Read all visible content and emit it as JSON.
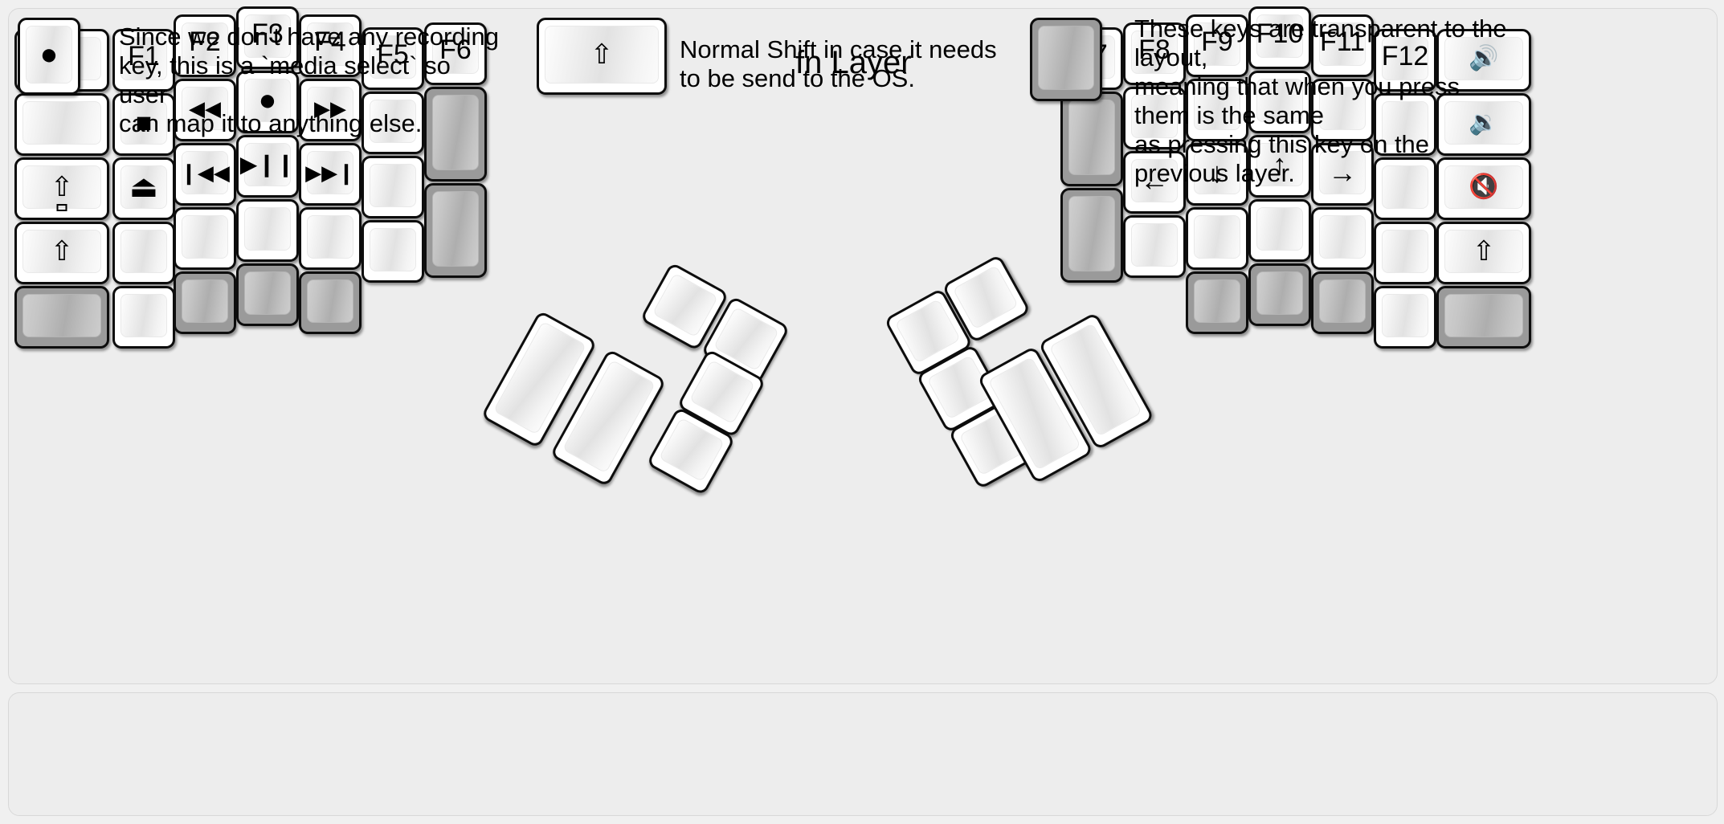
{
  "title": "fn Layer",
  "colors": {
    "background": "#f0f0f0",
    "panel": "#ededed",
    "key_border": "#0d0d0d",
    "key_face": "#ffffff",
    "transparent_key": "#9a9a9a",
    "text": "#000000"
  },
  "glyphs": {
    "record": "●",
    "stop": "■",
    "eject": "⏏",
    "rewind": "◀◀",
    "fast_forward": "▶▶",
    "prev_track": "❙◀◀",
    "play_pause": "▶❙❙",
    "next_track": "▶▶❙",
    "shift_lock": "⇧",
    "shift": "⇧",
    "arrow_left": "←",
    "arrow_down": "↓",
    "arrow_up": "↑",
    "arrow_right": "→",
    "volume_up": "🔊",
    "volume_down": "🔉",
    "mute": "🔇"
  },
  "left_half": {
    "name": "left-keyboard-half",
    "columns": [
      {
        "id": "col-outer-left",
        "keys": [
          {
            "name": "key-left-c0-r0",
            "label": "",
            "icon": "",
            "transparent": false
          },
          {
            "name": "key-left-c0-r1",
            "label": "",
            "icon": "",
            "transparent": false
          },
          {
            "name": "key-left-c0-r2",
            "label": "",
            "icon": "shift-lock-icon",
            "transparent": false
          },
          {
            "name": "key-left-c0-r3",
            "label": "",
            "icon": "shift-icon",
            "transparent": false
          },
          {
            "name": "key-left-c0-r4",
            "label": "",
            "icon": "",
            "transparent": true
          }
        ]
      },
      {
        "id": "col-f1",
        "keys": [
          {
            "name": "key-left-f1",
            "label": "F1",
            "icon": "",
            "transparent": false
          },
          {
            "name": "key-left-stop",
            "label": "",
            "icon": "stop-icon",
            "transparent": false
          },
          {
            "name": "key-left-eject",
            "label": "",
            "icon": "eject-icon",
            "transparent": false
          },
          {
            "name": "key-left-c1-r3",
            "label": "",
            "icon": "",
            "transparent": false
          },
          {
            "name": "key-left-c1-r4",
            "label": "",
            "icon": "",
            "transparent": false
          }
        ]
      },
      {
        "id": "col-f2",
        "keys": [
          {
            "name": "key-left-f2",
            "label": "F2",
            "icon": "",
            "transparent": false
          },
          {
            "name": "key-left-rewind",
            "label": "",
            "icon": "rewind-icon",
            "transparent": false
          },
          {
            "name": "key-left-prev-track",
            "label": "",
            "icon": "prev-track-icon",
            "transparent": false
          },
          {
            "name": "key-left-c2-r3",
            "label": "",
            "icon": "",
            "transparent": false
          },
          {
            "name": "key-left-c2-r4",
            "label": "",
            "icon": "",
            "transparent": true
          }
        ]
      },
      {
        "id": "col-f3",
        "keys": [
          {
            "name": "key-left-f3",
            "label": "F3",
            "icon": "",
            "transparent": false
          },
          {
            "name": "key-left-record",
            "label": "",
            "icon": "record-icon",
            "transparent": false
          },
          {
            "name": "key-left-play-pause",
            "label": "",
            "icon": "play-pause-icon",
            "transparent": false
          },
          {
            "name": "key-left-c3-r3",
            "label": "",
            "icon": "",
            "transparent": false
          },
          {
            "name": "key-left-c3-r4",
            "label": "",
            "icon": "",
            "transparent": true
          }
        ]
      },
      {
        "id": "col-f4",
        "keys": [
          {
            "name": "key-left-f4",
            "label": "F4",
            "icon": "",
            "transparent": false
          },
          {
            "name": "key-left-fast-forward",
            "label": "",
            "icon": "fast-forward-icon",
            "transparent": false
          },
          {
            "name": "key-left-next-track",
            "label": "",
            "icon": "next-track-icon",
            "transparent": false
          },
          {
            "name": "key-left-c4-r3",
            "label": "",
            "icon": "",
            "transparent": false
          },
          {
            "name": "key-left-c4-r4",
            "label": "",
            "icon": "",
            "transparent": true
          }
        ]
      },
      {
        "id": "col-f5",
        "keys": [
          {
            "name": "key-left-f5",
            "label": "F5",
            "icon": "",
            "transparent": false
          },
          {
            "name": "key-left-c5-r1",
            "label": "",
            "icon": "",
            "transparent": false
          },
          {
            "name": "key-left-c5-r2",
            "label": "",
            "icon": "",
            "transparent": false
          },
          {
            "name": "key-left-c5-r3",
            "label": "",
            "icon": "",
            "transparent": false
          }
        ]
      },
      {
        "id": "col-f6",
        "keys": [
          {
            "name": "key-left-f6",
            "label": "F6",
            "icon": "",
            "transparent": false
          },
          {
            "name": "key-left-c6-tall1",
            "label": "",
            "icon": "",
            "transparent": true
          },
          {
            "name": "key-left-c6-tall2",
            "label": "",
            "icon": "",
            "transparent": true
          }
        ]
      }
    ],
    "thumb_cluster": [
      {
        "name": "thumb-left-big-1",
        "label": "",
        "icon": "",
        "transparent": false
      },
      {
        "name": "thumb-left-big-2",
        "label": "",
        "icon": "",
        "transparent": false
      },
      {
        "name": "thumb-left-small-top",
        "label": "",
        "icon": "",
        "transparent": false
      },
      {
        "name": "thumb-left-small-top-right",
        "label": "",
        "icon": "",
        "transparent": false
      },
      {
        "name": "thumb-left-small-mid",
        "label": "",
        "icon": "",
        "transparent": false
      },
      {
        "name": "thumb-left-small-bottom",
        "label": "",
        "icon": "",
        "transparent": false
      }
    ]
  },
  "right_half": {
    "name": "right-keyboard-half",
    "columns": [
      {
        "id": "col-f7",
        "keys": [
          {
            "name": "key-right-f7",
            "label": "F7",
            "icon": "",
            "transparent": false
          },
          {
            "name": "key-right-c0-tall1",
            "label": "",
            "icon": "",
            "transparent": true
          },
          {
            "name": "key-right-c0-tall2",
            "label": "",
            "icon": "",
            "transparent": true
          }
        ]
      },
      {
        "id": "col-f8",
        "keys": [
          {
            "name": "key-right-f8",
            "label": "F8",
            "icon": "",
            "transparent": false
          },
          {
            "name": "key-right-c1-r1",
            "label": "",
            "icon": "",
            "transparent": false
          },
          {
            "name": "key-right-arrow-left",
            "label": "",
            "icon": "arrow-left-icon",
            "transparent": false
          },
          {
            "name": "key-right-c1-r3",
            "label": "",
            "icon": "",
            "transparent": false
          }
        ]
      },
      {
        "id": "col-f9",
        "keys": [
          {
            "name": "key-right-f9",
            "label": "F9",
            "icon": "",
            "transparent": false
          },
          {
            "name": "key-right-c2-r1",
            "label": "",
            "icon": "",
            "transparent": false
          },
          {
            "name": "key-right-arrow-down",
            "label": "",
            "icon": "arrow-down-icon",
            "transparent": false
          },
          {
            "name": "key-right-c2-r3",
            "label": "",
            "icon": "",
            "transparent": false
          },
          {
            "name": "key-right-c2-r4",
            "label": "",
            "icon": "",
            "transparent": true
          }
        ]
      },
      {
        "id": "col-f10",
        "keys": [
          {
            "name": "key-right-f10",
            "label": "F10",
            "icon": "",
            "transparent": false
          },
          {
            "name": "key-right-c3-r1",
            "label": "",
            "icon": "",
            "transparent": false
          },
          {
            "name": "key-right-arrow-up",
            "label": "",
            "icon": "arrow-up-icon",
            "transparent": false
          },
          {
            "name": "key-right-c3-r3",
            "label": "",
            "icon": "",
            "transparent": false
          },
          {
            "name": "key-right-c3-r4",
            "label": "",
            "icon": "",
            "transparent": true
          }
        ]
      },
      {
        "id": "col-f11",
        "keys": [
          {
            "name": "key-right-f11",
            "label": "F11",
            "icon": "",
            "transparent": false
          },
          {
            "name": "key-right-c4-r1",
            "label": "",
            "icon": "",
            "transparent": false
          },
          {
            "name": "key-right-arrow-right",
            "label": "",
            "icon": "arrow-right-icon",
            "transparent": false
          },
          {
            "name": "key-right-c4-r3",
            "label": "",
            "icon": "",
            "transparent": false
          },
          {
            "name": "key-right-c4-r4",
            "label": "",
            "icon": "",
            "transparent": true
          }
        ]
      },
      {
        "id": "col-f12",
        "keys": [
          {
            "name": "key-right-f12",
            "label": "F12",
            "icon": "",
            "transparent": false
          },
          {
            "name": "key-right-c5-r1",
            "label": "",
            "icon": "",
            "transparent": false
          },
          {
            "name": "key-right-c5-r2",
            "label": "",
            "icon": "",
            "transparent": false
          },
          {
            "name": "key-right-c5-r3",
            "label": "",
            "icon": "",
            "transparent": false
          },
          {
            "name": "key-right-c5-r4",
            "label": "",
            "icon": "",
            "transparent": false
          }
        ]
      },
      {
        "id": "col-outer-right",
        "keys": [
          {
            "name": "key-right-volume-up",
            "label": "",
            "icon": "volume-up-icon",
            "transparent": false
          },
          {
            "name": "key-right-volume-down",
            "label": "",
            "icon": "volume-down-icon",
            "transparent": false
          },
          {
            "name": "key-right-mute",
            "label": "",
            "icon": "mute-icon",
            "transparent": false
          },
          {
            "name": "key-right-shift",
            "label": "",
            "icon": "shift-icon",
            "transparent": false
          },
          {
            "name": "key-right-c6-r4",
            "label": "",
            "icon": "",
            "transparent": true
          }
        ]
      }
    ],
    "thumb_cluster": [
      {
        "name": "thumb-right-small-top-left",
        "label": "",
        "icon": "",
        "transparent": false
      },
      {
        "name": "thumb-right-small-top",
        "label": "",
        "icon": "",
        "transparent": false
      },
      {
        "name": "thumb-right-small-mid",
        "label": "",
        "icon": "",
        "transparent": false
      },
      {
        "name": "thumb-right-small-bottom",
        "label": "",
        "icon": "",
        "transparent": false
      },
      {
        "name": "thumb-right-big-1",
        "label": "",
        "icon": "",
        "transparent": false
      },
      {
        "name": "thumb-right-big-2",
        "label": "",
        "icon": "",
        "transparent": false
      }
    ]
  },
  "legend": [
    {
      "name": "legend-record-key",
      "icon": "record-icon",
      "transparent": false,
      "text": "Since we don't have any recording\nkey, this is a `media select` so user\ncan map it to anything else."
    },
    {
      "name": "legend-shift-key",
      "icon": "shift-icon",
      "transparent": false,
      "text": "Normal Shift in case it needs\nto be send to the OS."
    },
    {
      "name": "legend-transparent-key",
      "icon": "",
      "transparent": true,
      "text": "These keys are transparent to the layout,\nmeaning that when you press them is the same\nas pressing this key on the previous layer."
    }
  ]
}
